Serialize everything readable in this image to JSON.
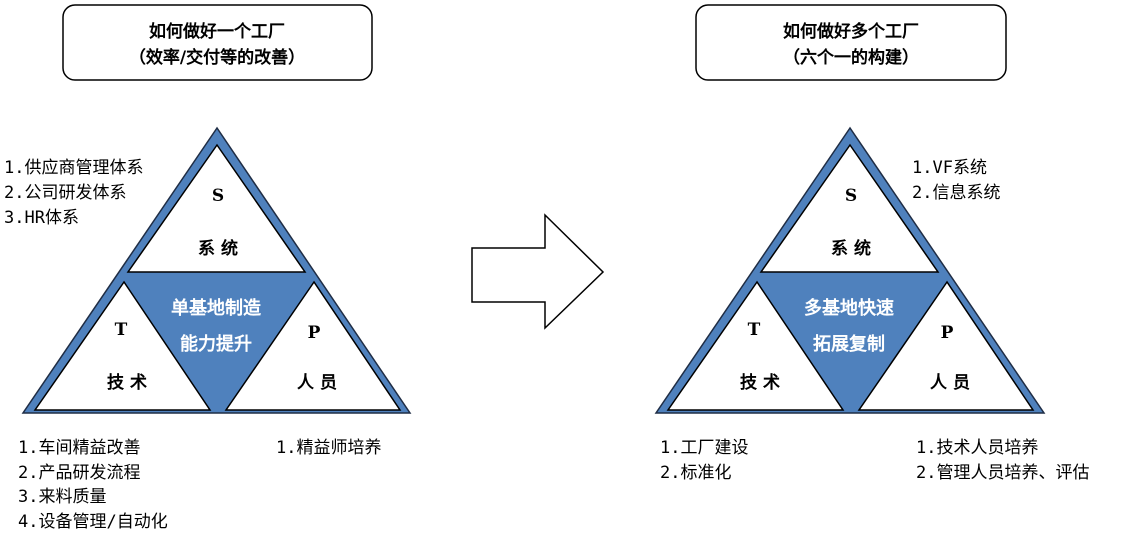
{
  "colors": {
    "blue": "#4f81bd",
    "outline": "#1f2d45"
  },
  "left": {
    "title_line1": "如何做好一个工厂",
    "title_line2": "（效率/交付等的改善）",
    "top_letter": "S",
    "top_label": "系 统",
    "left_letter": "T",
    "left_label": "技 术",
    "right_letter": "P",
    "right_label": "人 员",
    "center_line1": "单基地制造",
    "center_line2": "能力提升",
    "system_items": [
      "1.供应商管理体系",
      "2.公司研发体系",
      "3.HR体系"
    ],
    "tech_items": [
      "1.车间精益改善",
      "2.产品研发流程",
      "3.来料质量",
      "4.设备管理/自动化"
    ],
    "people_items": [
      "1.精益师培养"
    ]
  },
  "right": {
    "title_line1": "如何做好多个工厂",
    "title_line2": "（六个一的构建）",
    "top_letter": "S",
    "top_label": "系 统",
    "left_letter": "T",
    "left_label": "技 术",
    "right_letter": "P",
    "right_label": "人 员",
    "center_line1": "多基地快速",
    "center_line2": "拓展复制",
    "system_items": [
      "1.VF系统",
      "2.信息系统"
    ],
    "tech_items": [
      "1.工厂建设",
      "2.标准化"
    ],
    "people_items": [
      "1.技术人员培养",
      "2.管理人员培养、评估"
    ]
  }
}
